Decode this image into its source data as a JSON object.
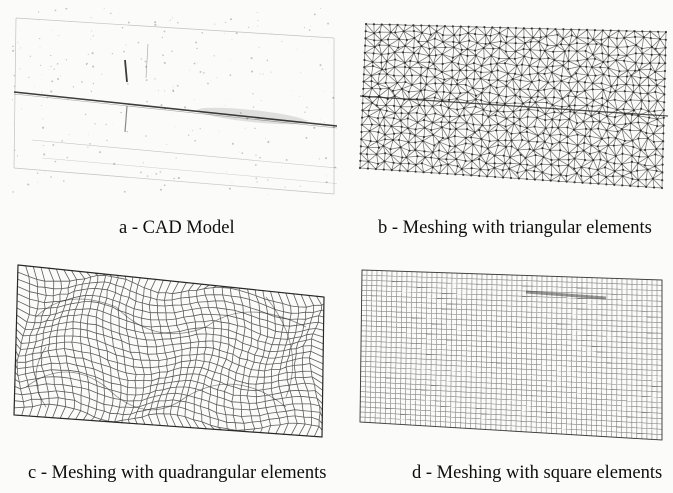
{
  "figure": {
    "panels": [
      {
        "id": "a",
        "caption": "a - CAD Model",
        "element_type": "none"
      },
      {
        "id": "b",
        "caption": "b - Meshing with triangular elements",
        "element_type": "triangular"
      },
      {
        "id": "c",
        "caption": "c - Meshing with quadrangular elements",
        "element_type": "quadrangular"
      },
      {
        "id": "d",
        "caption": "d - Meshing with square elements",
        "element_type": "square"
      }
    ]
  },
  "colors": {
    "ink": "#1a1a1a",
    "paper": "#fbfbf9"
  }
}
